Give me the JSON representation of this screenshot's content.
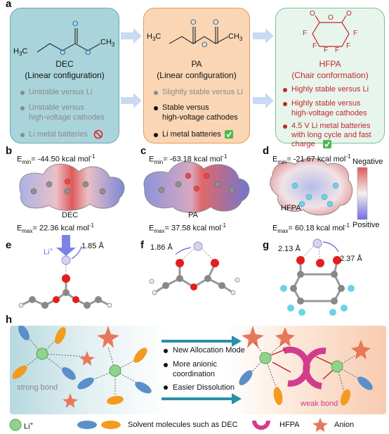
{
  "panels": {
    "a": "a",
    "b": "b",
    "c": "c",
    "d": "d",
    "e": "e",
    "f": "f",
    "g": "g",
    "h": "h"
  },
  "dec": {
    "formula_left": "H",
    "formula_left_sub": "3",
    "formula_left_c": "C",
    "formula_right": "CH",
    "formula_right_sub": "3",
    "o_top": "O",
    "o_left": "O",
    "o_right": "O",
    "name": "DEC",
    "config": "(Linear configuration)",
    "bullets": [
      "Unstable versus Li",
      "Unstable versus",
      "high-voltage cathodes",
      "Li metal batteries"
    ]
  },
  "pa": {
    "formula_left": "H",
    "formula_left_sub": "3",
    "formula_left_c": "C",
    "formula_right": "CH",
    "formula_right_sub": "3",
    "o_top_left": "O",
    "o_mid": "O",
    "o_top_right": "O",
    "name": "PA",
    "config": "(Linear configuration)",
    "bullets": [
      "Slightly stable versus Li",
      "Stable versus",
      "high-voltage cathodes",
      "Li metal batteries"
    ]
  },
  "hfpa": {
    "o_left": "O",
    "o_mid": "O",
    "o_right": "O",
    "f_labels": [
      "F",
      "F",
      "F",
      "F",
      "F",
      "F"
    ],
    "name": "HFPA",
    "config": "(Chair conformation)",
    "bullets": [
      "Highly stable versus Li",
      "Highly stable versus",
      "high-voltage cathodes",
      "4.5 V Li metal batteries",
      "with long cycle and fast",
      "charge"
    ]
  },
  "esp": {
    "dec_emin": "E",
    "dec_emin_sub": "min",
    "dec_emin_val": "= -44.50 kcal mol",
    "dec_emin_exp": "-1",
    "dec_emax": "E",
    "dec_emax_sub": "max",
    "dec_emax_val": "= 22.36 kcal mol",
    "dec_emax_exp": "-1",
    "dec_name": "DEC",
    "pa_emin": "E",
    "pa_emin_sub": "min",
    "pa_emin_val": "= -63.18 kcal mol",
    "pa_emin_exp": "-1",
    "pa_emax": "E",
    "pa_emax_sub": "max",
    "pa_emax_val": "= 37.58 kcal mol",
    "pa_emax_exp": "-1",
    "pa_name": "PA",
    "hf_emin": "E",
    "hf_emin_sub": "min",
    "hf_emin_val": "= -21.67 kcal mol",
    "hf_emin_exp": "-1",
    "hf_emax": "E",
    "hf_emax_sub": "max",
    "hf_emax_val": "= 60.18 kcal mol",
    "hf_emax_exp": "-1",
    "hf_name": "HFPA",
    "scale_negative": "Negative",
    "scale_positive": "Positive"
  },
  "coord": {
    "li_label": "Li",
    "li_sup": "+",
    "dec_dist": "1.85 Å",
    "pa_dist": "1.86 Å",
    "hf_dist1": "2.13 Å",
    "hf_dist2": "2.37 Å"
  },
  "schematic": {
    "strong_bond": "strong bond",
    "weak_bond": "weak bond",
    "bullets": [
      "New Allocation Mode",
      "More anionic",
      "coordination",
      "Easier Dissolution"
    ]
  },
  "legend": {
    "li": "Li",
    "li_sup": "+",
    "solvent": "Solvent molecules such as DEC",
    "hfpa": "HFPA",
    "anion": "Anion"
  },
  "colors": {
    "dec_card": "#a9d4db",
    "pa_card": "#fbd6b4",
    "hfpa_card": "#e8f5ec",
    "hfpa_text": "#c0282d",
    "li_green": "#8fd38d",
    "solvent_blue": "#5b8fc9",
    "solvent_orange": "#f49a1f",
    "anion": "#e8775a",
    "hfpa_magenta": "#d23c8c"
  }
}
